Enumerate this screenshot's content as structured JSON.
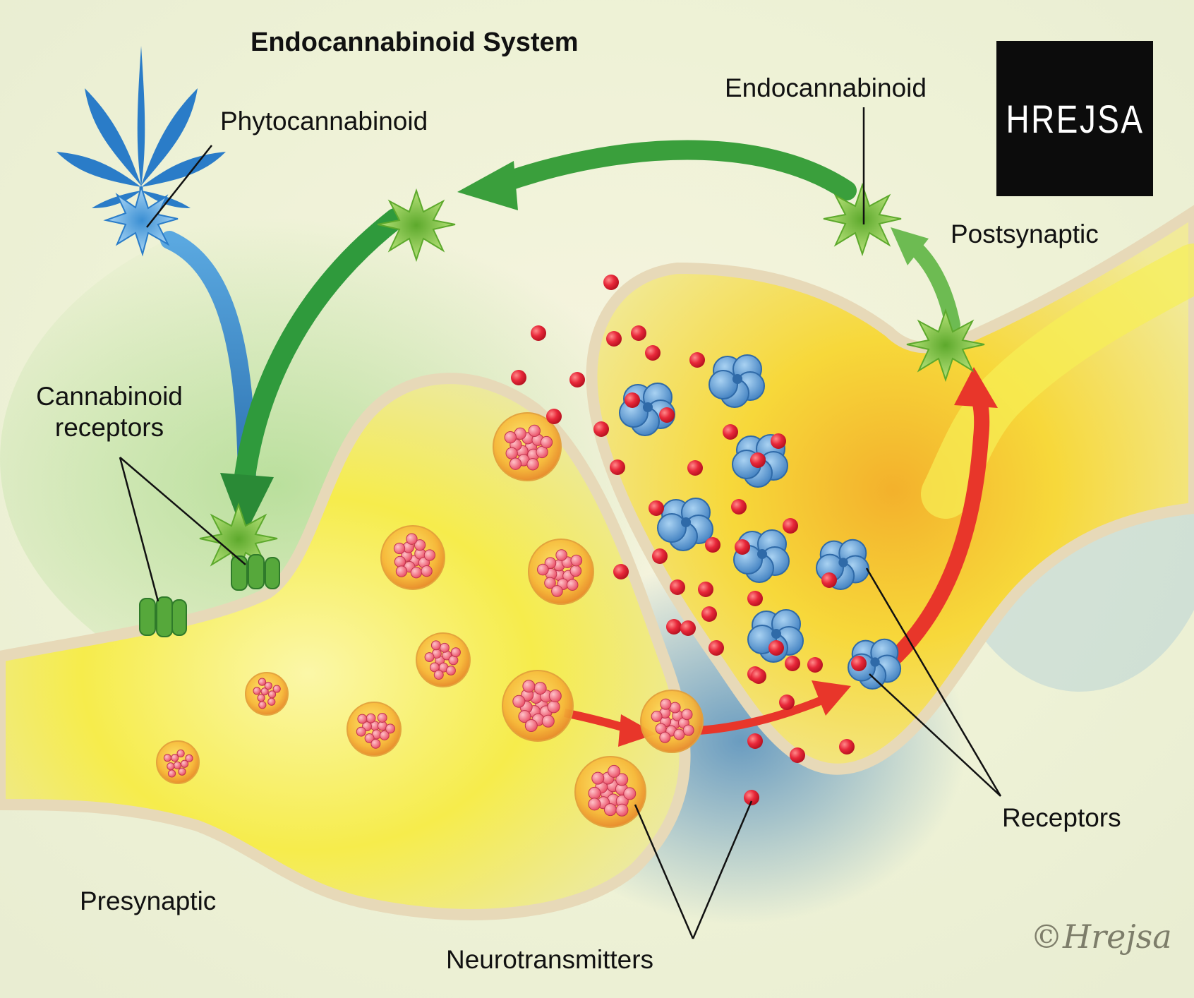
{
  "title": "Endocannabinoid System",
  "labels": {
    "phytocannabinoid": "Phytocannabinoid",
    "endocannabinoid": "Endocannabinoid",
    "postsynaptic": "Postsynaptic",
    "cannabinoid_receptors_line1": "Cannabinoid",
    "cannabinoid_receptors_line2": "receptors",
    "receptors": "Receptors",
    "presynaptic": "Presynaptic",
    "neurotransmitters": "Neurotransmitters"
  },
  "logo_text": "HREJSA",
  "signature": "©Hrejsa",
  "colors": {
    "background": "#f4f1dc",
    "neuron_yellow": "#f5ea3a",
    "membrane": "#e7d9b8",
    "endocannabinoid_green": "#7cc142",
    "arrow_green": "#2f9a3c",
    "phytocannabinoid_blue": "#5aa8e0",
    "leaf_blue": "#2a7cc8",
    "neurotransmitter_red": "#e8283a",
    "receptor_blue": "#5b9fd6",
    "vesicle_orange": "#f2a12a",
    "arrow_red": "#e8362a",
    "logo_bg": "#0c0c0c"
  },
  "icons": [
    "cannabis-leaf-icon",
    "phytocannabinoid-star-icon",
    "endocannabinoid-star-icon",
    "cannabinoid-receptor-icon",
    "receptor-icon",
    "vesicle-icon",
    "neurotransmitter-dot-icon"
  ]
}
